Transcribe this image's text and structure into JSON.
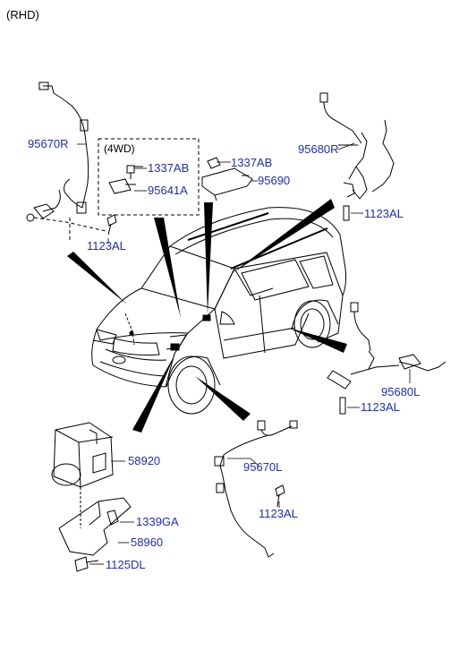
{
  "header": {
    "variant": "(RHD)"
  },
  "subgroup": {
    "label": "(4WD)"
  },
  "parts": {
    "p95670R": "95670R",
    "p1123AL_fl": "1123AL",
    "p1337AB_a": "1337AB",
    "p95641A": "95641A",
    "p1337AB_b": "1337AB",
    "p95690": "95690",
    "p95680R": "95680R",
    "p1123AL_rr": "1123AL",
    "p95680L": "95680L",
    "p1123AL_rl": "1123AL",
    "p58920": "58920",
    "p95670L": "95670L",
    "p1339GA": "1339GA",
    "p1123AL_fr": "1123AL",
    "p58960": "58960",
    "p1125DL": "1125DL"
  },
  "colors": {
    "label": "#1d2fb5",
    "line": "#000000",
    "pointer": "#000000"
  }
}
